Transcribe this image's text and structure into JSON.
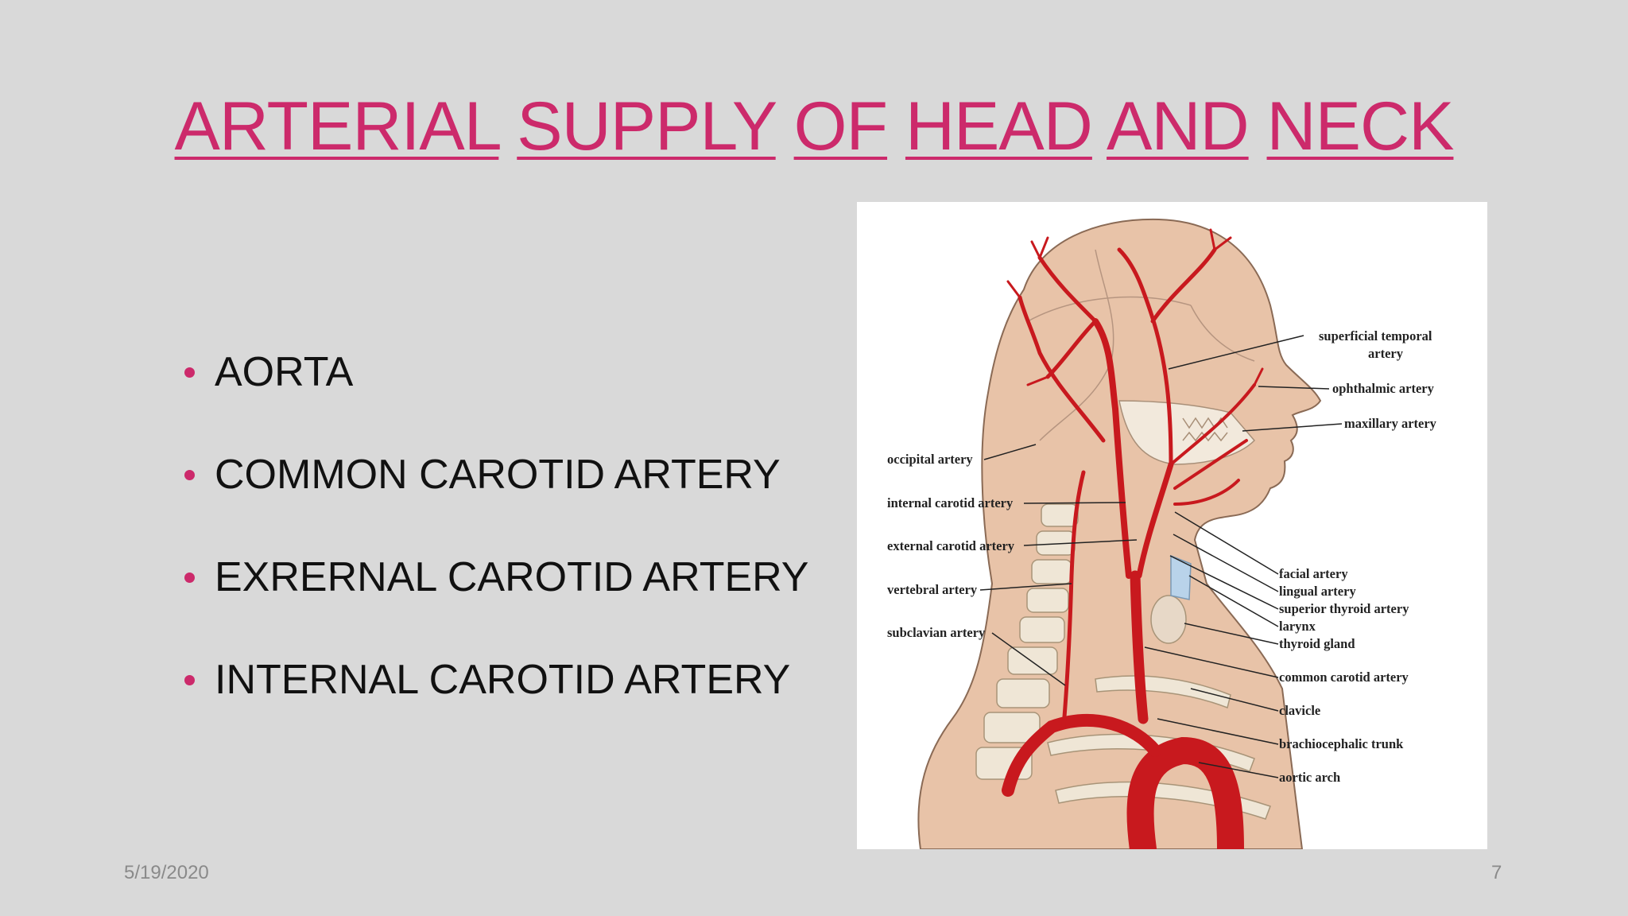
{
  "slide": {
    "title_words": [
      "ARTERIAL",
      "SUPPLY",
      "OF",
      "HEAD",
      "AND",
      "NECK"
    ],
    "bullets": [
      "AORTA",
      "COMMON CAROTID ARTERY",
      "EXRERNAL CAROTID ARTERY",
      "INTERNAL CAROTID ARTERY"
    ],
    "date": "5/19/2020",
    "page_number": "7"
  },
  "figure": {
    "labels_left": {
      "occipital": "occipital artery",
      "internal_carotid": "internal carotid artery",
      "external_carotid": "external carotid artery",
      "vertebral": "vertebral artery",
      "subclavian": "subclavian artery"
    },
    "labels_right": {
      "superficial_temporal_1": "superficial temporal",
      "superficial_temporal_2": "artery",
      "ophthalmic": "ophthalmic artery",
      "maxillary": "maxillary artery",
      "facial": "facial artery",
      "lingual": "lingual artery",
      "superior_thyroid": "superior thyroid artery",
      "larynx": "larynx",
      "thyroid_gland": "thyroid gland",
      "common_carotid": "common carotid artery",
      "clavicle": "clavicle",
      "brachiocephalic": "brachiocephalic trunk",
      "aortic_arch": "aortic arch"
    }
  },
  "colors": {
    "background": "#d9d9d9",
    "title": "#cc2a6b",
    "bullet_dot": "#cc2a6b",
    "artery": "#c8191e",
    "skin": "#e8c3a8",
    "bone": "#efe6d6"
  }
}
